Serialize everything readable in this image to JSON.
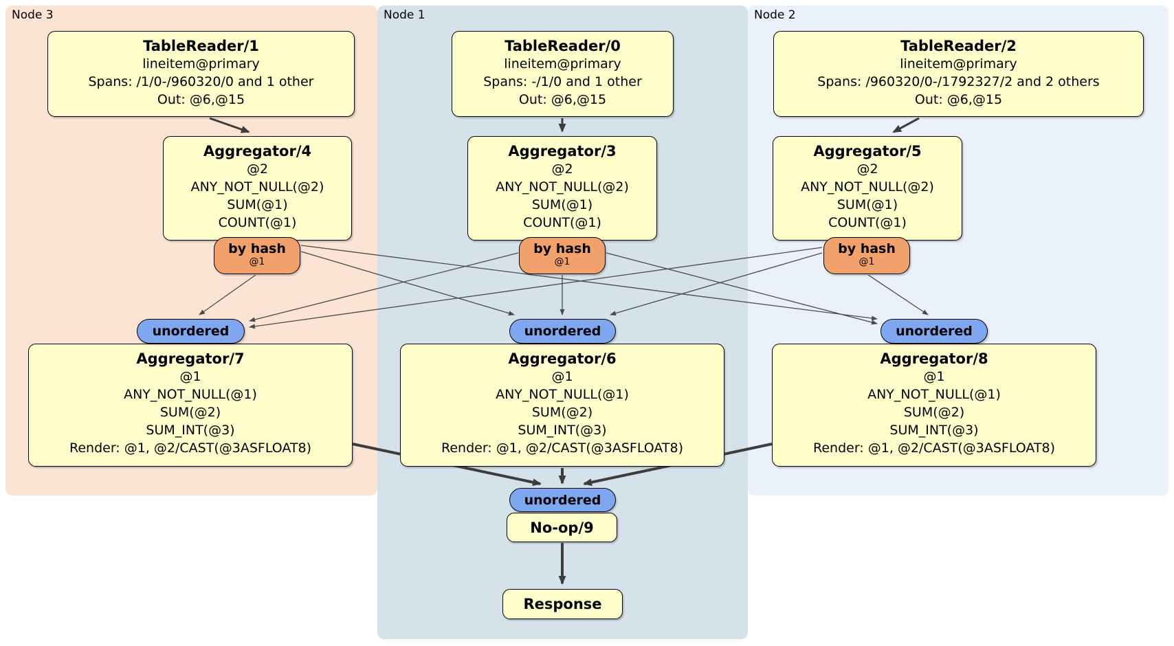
{
  "panels": {
    "node3": {
      "label": "Node 3",
      "bg": "#fce4d4"
    },
    "node1": {
      "label": "Node 1",
      "bg": "#d5e2ea"
    },
    "node2": {
      "label": "Node 2",
      "bg": "#eaf1fa"
    }
  },
  "processors": {
    "tr1": {
      "title": "TableReader/1",
      "index": "lineitem@primary",
      "spans": "Spans: /1/0-/960320/0 and 1 other",
      "out": "Out: @6,@15"
    },
    "tr0": {
      "title": "TableReader/0",
      "index": "lineitem@primary",
      "spans": "Spans: -/1/0 and 1 other",
      "out": "Out: @6,@15"
    },
    "tr2": {
      "title": "TableReader/2",
      "index": "lineitem@primary",
      "spans": "Spans: /960320/0-/1792327/2 and 2 others",
      "out": "Out: @6,@15"
    },
    "agg4": {
      "title": "Aggregator/4",
      "group": "@2",
      "fn1": "ANY_NOT_NULL(@2)",
      "fn2": "SUM(@1)",
      "fn3": "COUNT(@1)"
    },
    "agg3": {
      "title": "Aggregator/3",
      "group": "@2",
      "fn1": "ANY_NOT_NULL(@2)",
      "fn2": "SUM(@1)",
      "fn3": "COUNT(@1)"
    },
    "agg5": {
      "title": "Aggregator/5",
      "group": "@2",
      "fn1": "ANY_NOT_NULL(@2)",
      "fn2": "SUM(@1)",
      "fn3": "COUNT(@1)"
    },
    "agg7": {
      "title": "Aggregator/7",
      "group": "@1",
      "fn1": "ANY_NOT_NULL(@1)",
      "fn2": "SUM(@2)",
      "fn3": "SUM_INT(@3)",
      "render": "Render: @1, @2/CAST(@3ASFLOAT8)"
    },
    "agg6": {
      "title": "Aggregator/6",
      "group": "@1",
      "fn1": "ANY_NOT_NULL(@1)",
      "fn2": "SUM(@2)",
      "fn3": "SUM_INT(@3)",
      "render": "Render: @1, @2/CAST(@3ASFLOAT8)"
    },
    "agg8": {
      "title": "Aggregator/8",
      "group": "@1",
      "fn1": "ANY_NOT_NULL(@1)",
      "fn2": "SUM(@2)",
      "fn3": "SUM_INT(@3)",
      "render": "Render: @1, @2/CAST(@3ASFLOAT8)"
    },
    "noop": {
      "title": "No-op/9"
    },
    "response": {
      "title": "Response"
    }
  },
  "routers": {
    "hash4": {
      "label": "by hash",
      "detail": "@1"
    },
    "hash3": {
      "label": "by hash",
      "detail": "@1"
    },
    "hash5": {
      "label": "by hash",
      "detail": "@1"
    }
  },
  "syncs": {
    "un7": {
      "label": "unordered"
    },
    "un6": {
      "label": "unordered"
    },
    "un8": {
      "label": "unordered"
    },
    "un9": {
      "label": "unordered"
    }
  },
  "colors": {
    "node3_bg": "#fce4d4",
    "node1_bg": "#d5e2ea",
    "node2_bg": "#eaf1fa",
    "processor_fill": "#ffffcc",
    "router_fill": "#f1a26b",
    "sync_fill": "#7fa7ef",
    "edge": "#404040"
  }
}
